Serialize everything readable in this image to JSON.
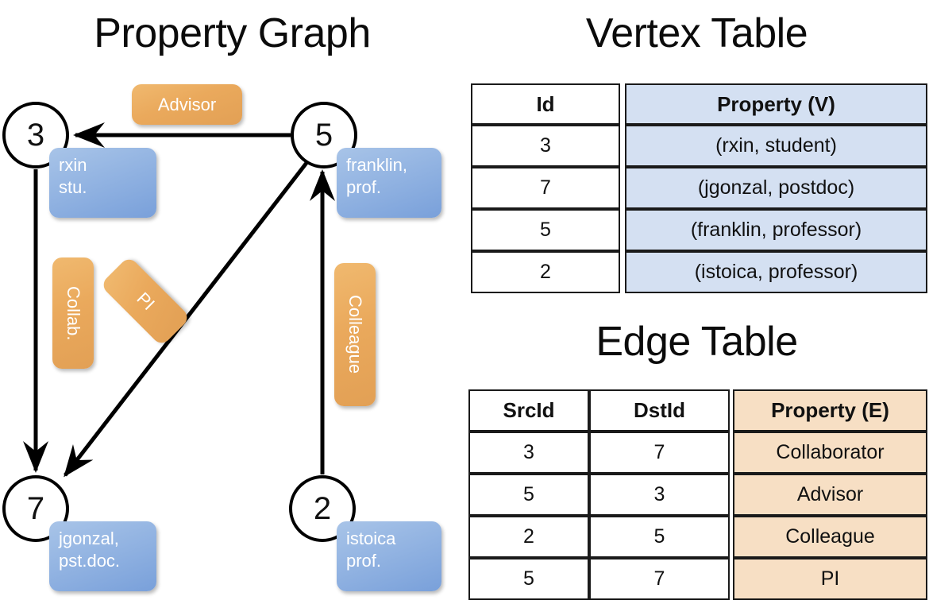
{
  "titles": {
    "property_graph": "Property Graph",
    "vertex_table": "Vertex Table",
    "edge_table": "Edge Table"
  },
  "graph": {
    "nodes": [
      {
        "id": "3",
        "label_lines": [
          "rxin",
          "stu."
        ]
      },
      {
        "id": "5",
        "label_lines": [
          "franklin,",
          "prof."
        ]
      },
      {
        "id": "7",
        "label_lines": [
          "jgonzal,",
          "pst.doc."
        ]
      },
      {
        "id": "2",
        "label_lines": [
          "istoica",
          "prof."
        ]
      }
    ],
    "node_labels": {
      "n3": "rxin\nstu.",
      "n3_l1": "rxin",
      "n3_l2": "stu.",
      "n5_l1": "franklin,",
      "n5_l2": "prof.",
      "n7_l1": "jgonzal,",
      "n7_l2": "pst.doc.",
      "n2_l1": "istoica",
      "n2_l2": "prof."
    },
    "edge_labels": {
      "advisor": "Advisor",
      "collab": "Collab.",
      "pi": "PI",
      "colleague": "Colleague"
    },
    "edges": [
      {
        "src": "5",
        "dst": "3",
        "label": "Advisor"
      },
      {
        "src": "3",
        "dst": "7",
        "label": "Collab."
      },
      {
        "src": "5",
        "dst": "7",
        "label": "PI"
      },
      {
        "src": "2",
        "dst": "5",
        "label": "Colleague"
      }
    ]
  },
  "vertex_table": {
    "headers": [
      "Id",
      "Property (V)"
    ],
    "rows": [
      {
        "id": "3",
        "property": "(rxin, student)"
      },
      {
        "id": "7",
        "property": "(jgonzal, postdoc)"
      },
      {
        "id": "5",
        "property": "(franklin, professor)"
      },
      {
        "id": "2",
        "property": "(istoica, professor)"
      }
    ]
  },
  "edge_table": {
    "headers": [
      "SrcId",
      "DstId",
      "Property (E)"
    ],
    "rows": [
      {
        "src": "3",
        "dst": "7",
        "property": "Collaborator"
      },
      {
        "src": "5",
        "dst": "3",
        "property": "Advisor"
      },
      {
        "src": "2",
        "dst": "5",
        "property": "Colleague"
      },
      {
        "src": "5",
        "dst": "7",
        "property": "PI"
      }
    ]
  },
  "colors": {
    "vertex_property_fill": "#d4e0f2",
    "edge_property_fill": "#f7dfc4",
    "vertex_label_box": "#93b4e2",
    "edge_label_box": "#eaa95c",
    "stroke": "#000000",
    "background": "#ffffff"
  }
}
